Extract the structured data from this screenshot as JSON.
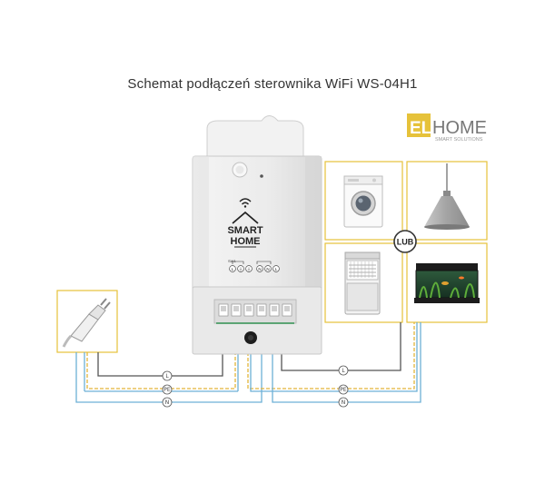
{
  "title": "Schemat podłączeń sterownika WiFi WS-04H1",
  "logo": {
    "prefix": "EL",
    "main": "HOME",
    "tagline": "SMART SOLUTIONS"
  },
  "device": {
    "brand_line1": "SMART",
    "brand_line2": "HOME",
    "terminal_header": "SW1",
    "terminals": [
      "L",
      "⏚",
      "⏚",
      "N",
      "N",
      "L"
    ]
  },
  "lub_label": "LUB",
  "wire_labels": {
    "live": "L",
    "earth": "PE",
    "neutral": "N"
  },
  "colors": {
    "accent_yellow": "#e6c23a",
    "wire_live": "#555555",
    "wire_earth": "#e2b53a",
    "wire_neutral": "#6db0d6",
    "device_body": "#ececec",
    "terminal_green": "#2f8f50"
  },
  "appliances": [
    "washing-machine",
    "pendant-lamp",
    "dishwasher",
    "aquarium"
  ]
}
